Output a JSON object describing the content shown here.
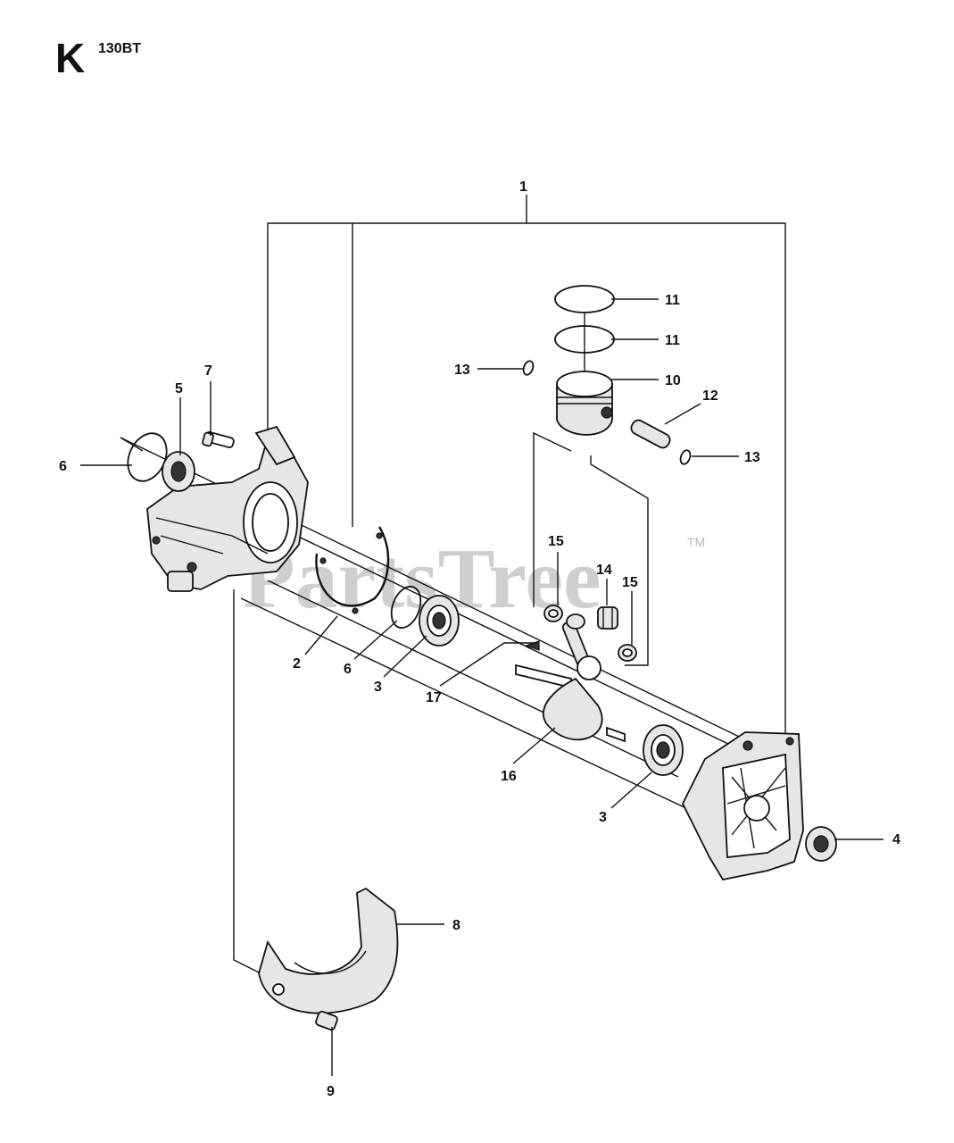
{
  "header": {
    "section": "K",
    "model": "130BT"
  },
  "watermark": {
    "brand": "PartsTree",
    "trademark": "TM"
  },
  "callouts": {
    "c1": "1",
    "c2": "2",
    "c3a": "3",
    "c3b": "3",
    "c4": "4",
    "c5": "5",
    "c6a": "6",
    "c6b": "6",
    "c7": "7",
    "c8": "8",
    "c9": "9",
    "c10": "10",
    "c11a": "11",
    "c11b": "11",
    "c12": "12",
    "c13a": "13",
    "c13b": "13",
    "c14": "14",
    "c15a": "15",
    "c15b": "15",
    "c16": "16",
    "c17": "17"
  }
}
